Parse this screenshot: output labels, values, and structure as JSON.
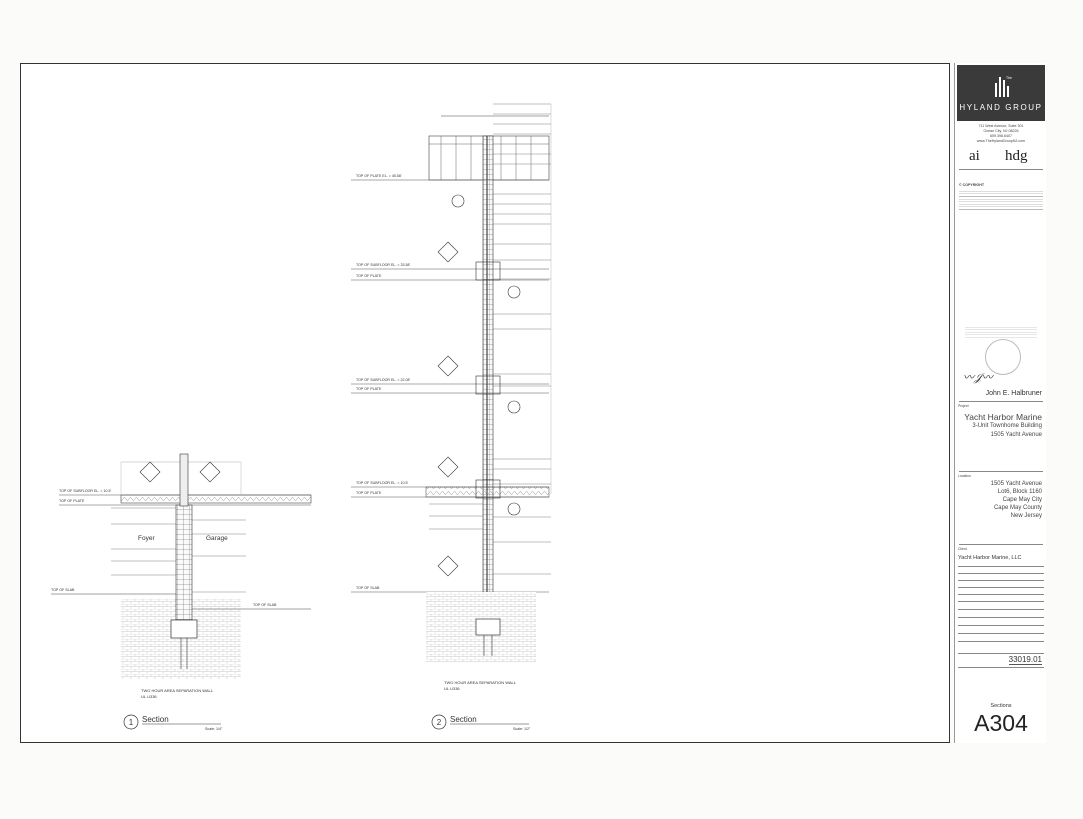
{
  "firm": {
    "name": "HYLAND GROUP",
    "tag": "The",
    "address_lines": [
      "711 West Avenue, Suite 301",
      "Ocean City, NJ 08226",
      "609.398.6407",
      "www.TheHylandGroupNJ.com"
    ],
    "logo_ai": "ai",
    "logo_hdg": "hdg",
    "copyright": "© COPYRIGHT"
  },
  "seal": {
    "signature": "John E. Halbruner"
  },
  "project": {
    "label": "Project",
    "name": "Yacht Harbor Marine",
    "building": "3-Unit Townhome Building",
    "address": "1505 Yacht Avenue"
  },
  "location": {
    "label": "Location",
    "lines": [
      "1505 Yacht Avenue",
      "Lot6, Block 1160",
      "Cape May City",
      "Cape May County",
      "New Jersey"
    ]
  },
  "client": {
    "label": "Client",
    "name": "Yacht Harbor Marine, LLC"
  },
  "job_number": "33019.01",
  "sheet": {
    "title": "Sections",
    "number": "A304"
  },
  "drawings": [
    {
      "num": "1",
      "title": "Section",
      "scale": "Scale: 1/4\"",
      "caption": [
        "TWO HOUR AREA SEPARATION WALL",
        "UL U336"
      ],
      "room_left": "Foyer",
      "room_right": "Garage",
      "levels": [
        "TOP OF SUBFLOOR EL. = 10.5'",
        "TOP OF PLATE",
        "TOP OF SLAB",
        "TOP OF SLAB"
      ]
    },
    {
      "num": "2",
      "title": "Section",
      "scale": "Scale: 1/2\"",
      "caption": [
        "TWO HOUR AREA SEPARATION WALL",
        "UL U336"
      ],
      "levels": [
        "TOP OF PLATE EL. = 45.58'",
        "TOP OF SUBFLOOR EL. = 33.58'",
        "TOP OF PLATE",
        "TOP OF SUBFLOOR EL. = 22.08'",
        "TOP OF PLATE",
        "TOP OF SUBFLOOR EL. = 10.5'",
        "TOP OF PLATE",
        "TOP OF SLAB"
      ]
    }
  ]
}
